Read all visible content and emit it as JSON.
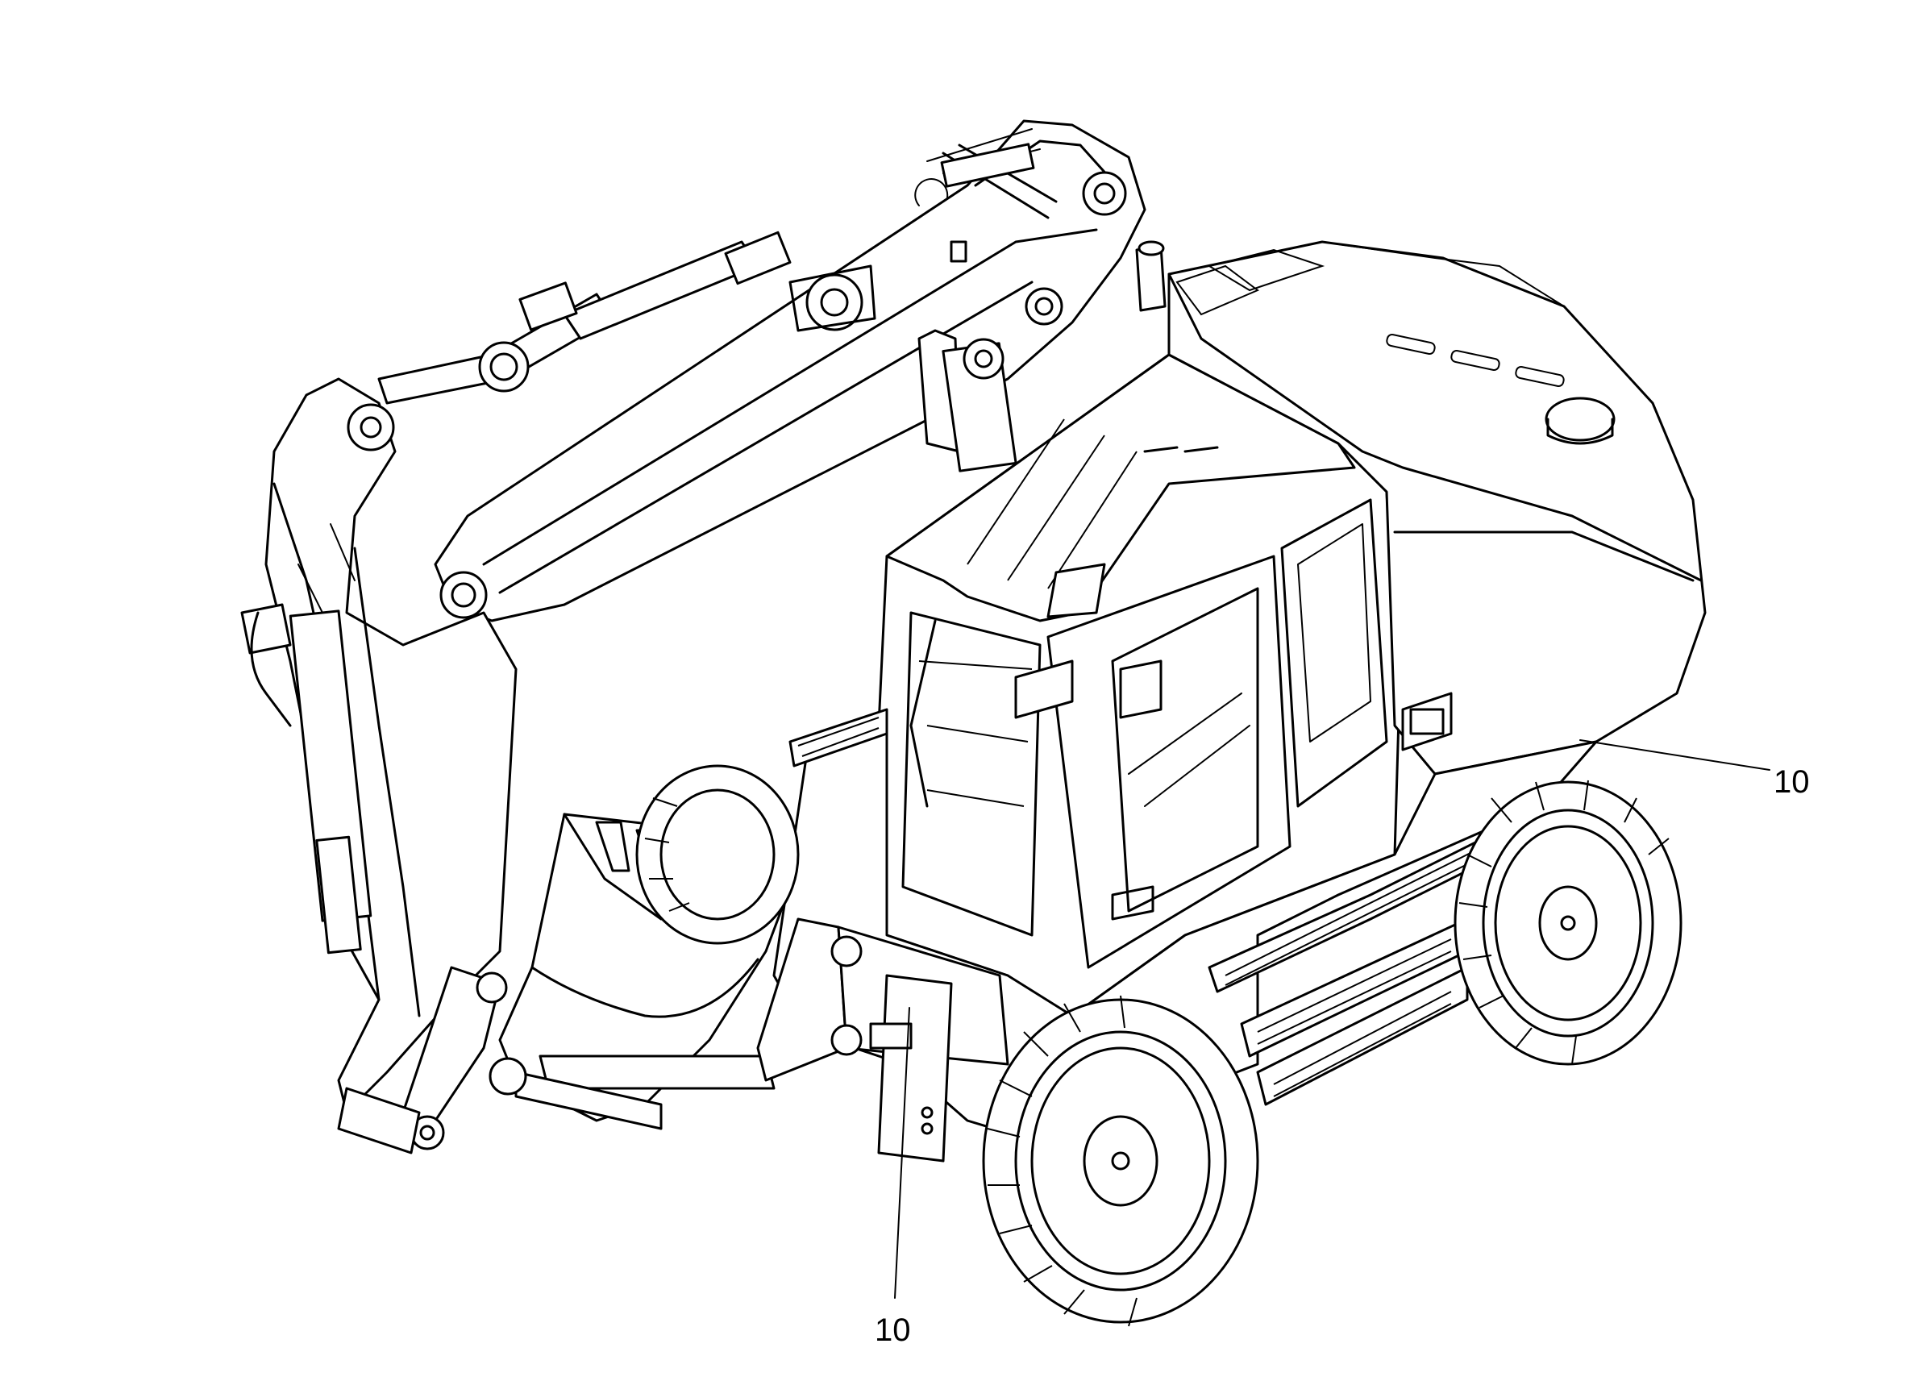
{
  "callouts": [
    {
      "id": "right-side",
      "label": "10"
    },
    {
      "id": "front",
      "label": "10"
    }
  ]
}
